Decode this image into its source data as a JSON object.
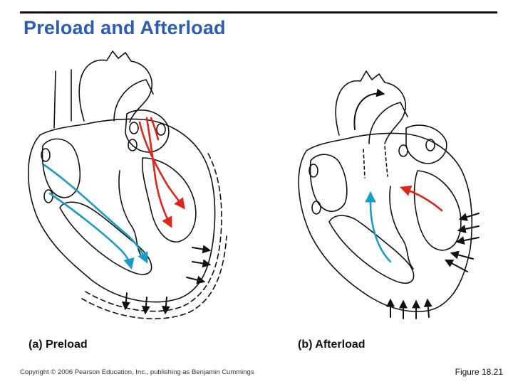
{
  "slide": {
    "title": "Preload and Afterload"
  },
  "panels": {
    "a_label": "(a) Preload",
    "b_label": "(b) Afterload"
  },
  "footer": {
    "copyright": "Copyright © 2006 Pearson Education, Inc., publishing as Benjamin Cummings",
    "figure_number": "Figure 18.21"
  },
  "colors": {
    "title": "#2b5db0",
    "arterial_flow": "#e0251b",
    "venous_flow": "#1a9cc4",
    "outline": "#111111"
  }
}
